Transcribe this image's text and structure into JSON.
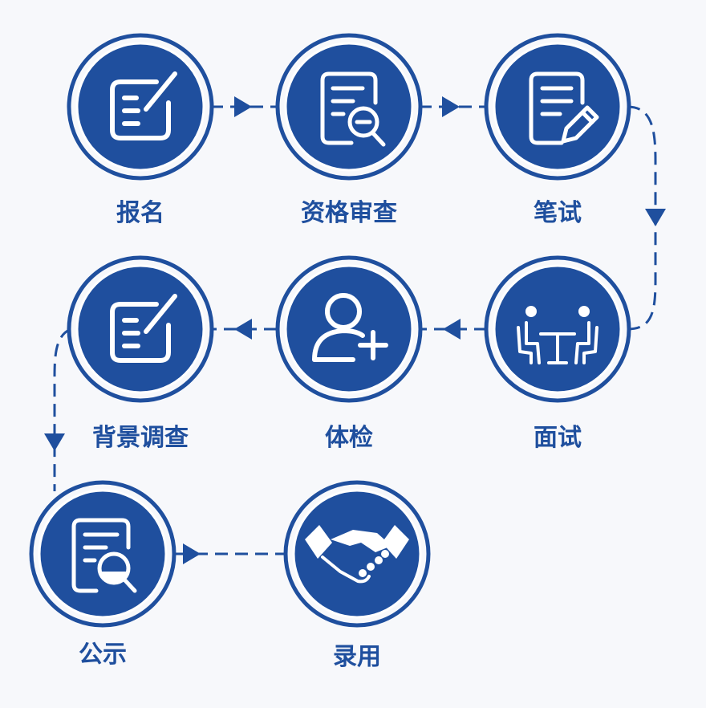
{
  "colors": {
    "primary": "#1f4f9e",
    "ring": "#1f4f9e",
    "ring_gap": "#ffffff",
    "icon": "#ffffff",
    "label": "#1f4f9e",
    "connector": "#1f4f9e"
  },
  "steps": [
    {
      "id": "baoming",
      "label": "报名",
      "icon": "form-pen-icon"
    },
    {
      "id": "zigeshencha",
      "label": "资格审查",
      "icon": "document-search-icon"
    },
    {
      "id": "bishi",
      "label": "笔试",
      "icon": "document-pencil-icon"
    },
    {
      "id": "mianshi",
      "label": "面试",
      "icon": "interview-icon"
    },
    {
      "id": "tijian",
      "label": "体检",
      "icon": "user-add-icon"
    },
    {
      "id": "beijingdiaocha",
      "label": "背景调查",
      "icon": "form-pen-icon"
    },
    {
      "id": "gongshi",
      "label": "公示",
      "icon": "document-magnifier-icon"
    },
    {
      "id": "luyong",
      "label": "录用",
      "icon": "handshake-icon"
    }
  ]
}
